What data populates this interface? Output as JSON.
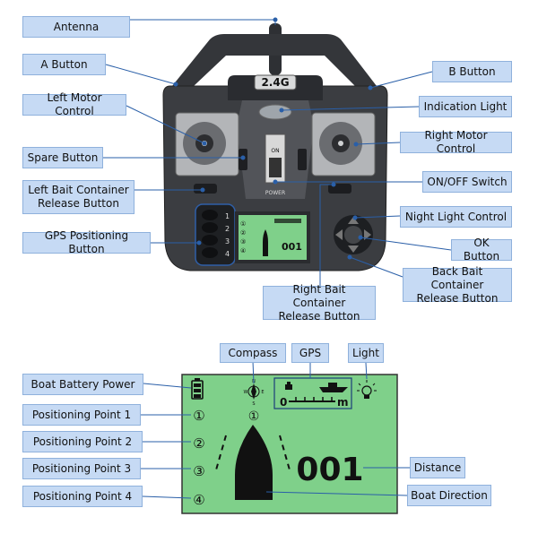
{
  "remote": {
    "frequency_label": "2.4G",
    "on_label": "ON",
    "power_label": "POWER",
    "gps_button_numbers": [
      "1",
      "2",
      "3",
      "4"
    ],
    "screen_points": [
      "①",
      "②",
      "③",
      "④"
    ],
    "screen_distance": "001"
  },
  "remote_labels": {
    "antenna": "Antenna",
    "a_button": "A Button",
    "b_button": "B Button",
    "left_motor": "Left Motor Control",
    "indication_light": "Indication Light",
    "right_motor": "Right Motor Control",
    "spare_button": "Spare Button",
    "on_off_switch": "ON/OFF Switch",
    "left_bait": "Left Bait Container\nRelease Button",
    "night_light": "Night Light Control",
    "gps_positioning": "GPS Positioning Button",
    "ok_button": "OK Button",
    "back_bait": "Back Bait Container\nRelease Button",
    "right_bait": "Right Bait Container\nRelease Button"
  },
  "display": {
    "distance_value": "001",
    "gps_unit": "m",
    "gps_zero": "0",
    "compass_letters": {
      "n": "N",
      "e": "E",
      "s": "S",
      "w": "W"
    },
    "compass_point": "①",
    "points": [
      "①",
      "②",
      "③",
      "④"
    ]
  },
  "display_labels": {
    "compass": "Compass",
    "gps": "GPS",
    "light": "Light",
    "battery": "Boat Battery Power",
    "point1": "Positioning Point 1",
    "point2": "Positioning Point 2",
    "point3": "Positioning Point 3",
    "point4": "Positioning Point 4",
    "distance": "Distance",
    "boat_direction": "Boat Direction"
  },
  "colors": {
    "label_bg": "#c6daf4",
    "label_border": "#8fb1dc",
    "leader_line": "#2a5fa8",
    "remote_body": "#3b3d41",
    "lcd_green": "#7fd08a"
  }
}
